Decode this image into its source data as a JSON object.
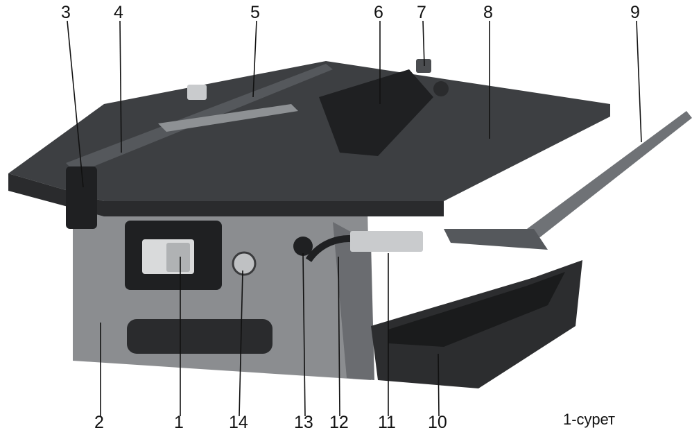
{
  "figure": {
    "caption": "1-сурет",
    "callouts": [
      {
        "id": "c3",
        "number": "3"
      },
      {
        "id": "c4",
        "number": "4"
      },
      {
        "id": "c5",
        "number": "5"
      },
      {
        "id": "c6",
        "number": "6"
      },
      {
        "id": "c7",
        "number": "7"
      },
      {
        "id": "c8",
        "number": "8"
      },
      {
        "id": "c9",
        "number": "9"
      },
      {
        "id": "c2",
        "number": "2"
      },
      {
        "id": "c1",
        "number": "1"
      },
      {
        "id": "c14",
        "number": "14"
      },
      {
        "id": "c13",
        "number": "13"
      },
      {
        "id": "c12",
        "number": "12"
      },
      {
        "id": "c11",
        "number": "11"
      },
      {
        "id": "c10",
        "number": "10"
      }
    ]
  },
  "colors": {
    "table_top": "#3d3f42",
    "table_edge": "#2a2b2d",
    "housing": "#8b8d90",
    "dark_part": "#1f2022",
    "rail": "#6f7276",
    "switch": "#d9dadb"
  }
}
